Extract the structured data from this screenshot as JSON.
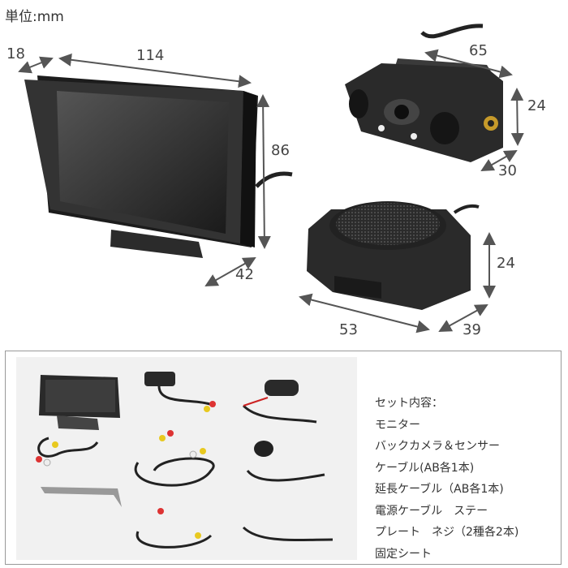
{
  "unit_label": "単位:mm",
  "dimensions": {
    "monitor_depth": "18",
    "monitor_width": "114",
    "monitor_height": "86",
    "monitor_stand": "42",
    "camera_width": "65",
    "camera_height": "24",
    "camera_depth": "30",
    "buzzer_height": "24",
    "buzzer_width": "53",
    "buzzer_depth": "39"
  },
  "contents": {
    "heading": "セット内容：",
    "items": [
      "モニター",
      "バックカメラ＆センサー",
      "ケーブル(AB各1本)",
      "延長ケーブル（AB各1本)",
      "電源ケーブル　ステー",
      "プレート　ネジ（2種各2本)",
      "固定シート"
    ]
  },
  "colors": {
    "arrow": "#555555",
    "device": "#2a2a2a",
    "panel_border": "#999999"
  }
}
